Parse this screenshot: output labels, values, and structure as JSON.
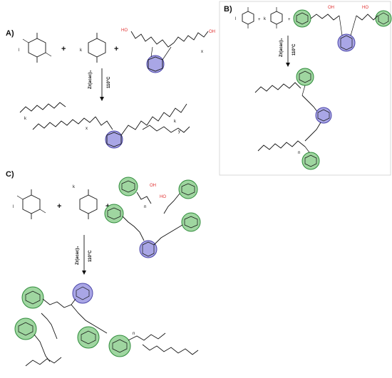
{
  "panels": {
    "A": {
      "label": "A)",
      "plus": "+",
      "catalyst": "Zr(acac)₄",
      "temperature": "110°C",
      "monomer_l": "l",
      "monomer_k": "k",
      "oh": "HO",
      "oh2": "OH",
      "x": "x",
      "y": "y"
    },
    "B": {
      "label": "B)",
      "plus": "+",
      "catalyst": "Zr(acac)₄",
      "temperature": "110°C",
      "monomer_l": "l",
      "monomer_k": "k",
      "oh": "OH",
      "ho": "HO",
      "n": "n"
    },
    "C": {
      "label": "C)",
      "plus": "+",
      "catalyst": "Zr(acac)₄",
      "temperature": "110°C",
      "monomer_l": "l",
      "monomer_k": "k",
      "oh": "OH",
      "ho": "HO",
      "n": "n"
    }
  }
}
